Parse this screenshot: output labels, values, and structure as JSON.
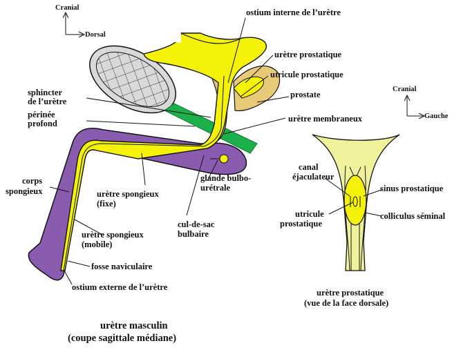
{
  "orientation_main": {
    "vertical": "Cranial",
    "horizontal": "Dorsal"
  },
  "orientation_detail": {
    "vertical": "Cranial",
    "horizontal": "Gauche"
  },
  "labels_main": {
    "ostium_interne": "ostium interne de l’urètre",
    "uretre_prostatique": "urètre prostatique",
    "utricule_prostatique": "utricule prostatique",
    "prostate": "prostate",
    "uretre_membraneux": "urètre membraneux",
    "sphincter_l1": "sphincter",
    "sphincter_l2": "de l’urètre",
    "perinee_l1": "périnée",
    "perinee_l2": "profond",
    "corps_l1": "corps",
    "corps_l2": "spongieux",
    "spongieux_fixe_l1": "urètre spongieux",
    "spongieux_fixe_l2": "(fixe)",
    "glande_l1": "glande bulbo-",
    "glande_l2": "urétrale",
    "cul_l1": "cul-de-sac",
    "cul_l2": "bulbaire",
    "spongieux_mobile_l1": "urètre spongieux",
    "spongieux_mobile_l2": "(mobile)",
    "fosse": "fosse naviculaire",
    "ostium_externe": "ostium externe de l’urètre"
  },
  "labels_detail": {
    "canal_l1": "canal",
    "canal_l2": "éjaculateur",
    "sinus": "sinus prostatique",
    "utricule_l1": "utricule",
    "utricule_l2": "prostatique",
    "colliculus": "colliculus séminal"
  },
  "captions": {
    "main_l1": "urètre masculin",
    "main_l2": "(coupe sagittale médiane)",
    "detail_l1": "urètre prostatique",
    "detail_l2": "(vue de la face dorsale)"
  },
  "colors": {
    "urethra": "#f5f20a",
    "prostate": "#e8c977",
    "spongiosum": "#8a5cb0",
    "perineum": "#1bb04a",
    "bladder_hatch": "#d9d9d9",
    "detail_fill": "#eff29a"
  }
}
